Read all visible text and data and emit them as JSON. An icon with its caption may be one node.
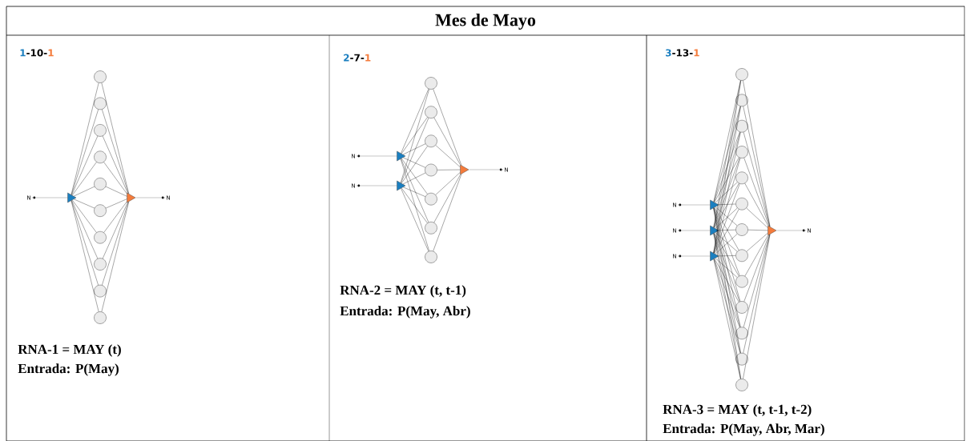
{
  "diagram": {
    "title": "Mes de Mayo",
    "nodes": [
      {
        "text": [
          "N"
        ]
      },
      {
        "text": [],
        "shape": "triangle"
      },
      {
        "text": [],
        "shape": "circle"
      },
      {
        "text": [],
        "shape": "circle"
      },
      {
        "text": [],
        "shape": "circle"
      },
      {
        "text": [],
        "shape": "circle"
      },
      {
        "text": [],
        "shape": "circle"
      },
      {
        "text": [],
        "shape": "circle"
      },
      {
        "text": [],
        "shape": "circle"
      },
      {
        "text": [],
        "shape": "circle"
      },
      {
        "text": [],
        "shape": "circle"
      },
      {
        "text": [],
        "shape": "circle"
      },
      {
        "text": [],
        "shape": "triangle"
      },
      {
        "text": [
          "N"
        ]
      },
      {
        "text": [
          "N"
        ]
      },
      {
        "text": [
          "N"
        ]
      },
      {
        "text": [],
        "shape": "triangle"
      },
      {
        "text": [],
        "shape": "triangle"
      },
      {
        "text": [],
        "shape": "circle"
      },
      {
        "text": [],
        "shape": "circle"
      },
      {
        "text": [],
        "shape": "circle"
      },
      {
        "text": [],
        "shape": "circle"
      },
      {
        "text": [],
        "shape": "circle"
      },
      {
        "text": [],
        "shape": "circle"
      },
      {
        "text": [],
        "shape": "circle"
      },
      {
        "text": [],
        "shape": "triangle"
      },
      {
        "text": [
          "N"
        ]
      },
      {
        "text": [
          "N"
        ]
      },
      {
        "text": [
          "N"
        ]
      },
      {
        "text": [
          "N"
        ]
      },
      {
        "text": [],
        "shape": "triangle"
      },
      {
        "text": [],
        "shape": "triangle"
      },
      {
        "text": [],
        "shape": "triangle"
      },
      {
        "text": [],
        "shape": "circle"
      },
      {
        "text": [],
        "shape": "circle"
      },
      {
        "text": [],
        "shape": "circle"
      },
      {
        "text": [],
        "shape": "circle"
      },
      {
        "text": [],
        "shape": "circle"
      },
      {
        "text": [],
        "shape": "circle"
      },
      {
        "text": [],
        "shape": "circle"
      },
      {
        "text": [],
        "shape": "circle"
      },
      {
        "text": [],
        "shape": "circle"
      },
      {
        "text": [],
        "shape": "circle"
      },
      {
        "text": [],
        "shape": "circle"
      },
      {
        "text": [],
        "shape": "circle"
      },
      {
        "text": [],
        "shape": "circle"
      },
      {
        "text": [],
        "shape": "triangle"
      },
      {
        "text": [
          "N"
        ]
      }
    ],
    "edges": [
      {
        "from": 0,
        "to": 1,
        "arrow": "none"
      },
      {
        "from": 1,
        "to": 2,
        "arrow": "none"
      },
      {
        "from": 1,
        "to": 3,
        "arrow": "none"
      },
      {
        "from": 1,
        "to": 4,
        "arrow": "none"
      },
      {
        "from": 1,
        "to": 5,
        "arrow": "none"
      },
      {
        "from": 1,
        "to": 6,
        "arrow": "none"
      },
      {
        "from": 1,
        "to": 7,
        "arrow": "none"
      },
      {
        "from": 1,
        "to": 8,
        "arrow": "none"
      },
      {
        "from": 1,
        "to": 9,
        "arrow": "none"
      },
      {
        "from": 1,
        "to": 10,
        "arrow": "none"
      },
      {
        "from": 1,
        "to": 11,
        "arrow": "none"
      },
      {
        "from": 2,
        "to": 12,
        "arrow": "none"
      },
      {
        "from": 3,
        "to": 12,
        "arrow": "none"
      },
      {
        "from": 4,
        "to": 12,
        "arrow": "none"
      },
      {
        "from": 5,
        "to": 12,
        "arrow": "none"
      },
      {
        "from": 6,
        "to": 12,
        "arrow": "none"
      },
      {
        "from": 7,
        "to": 12,
        "arrow": "none"
      },
      {
        "from": 8,
        "to": 12,
        "arrow": "none"
      },
      {
        "from": 9,
        "to": 12,
        "arrow": "none"
      },
      {
        "from": 10,
        "to": 12,
        "arrow": "none"
      },
      {
        "from": 11,
        "to": 12,
        "arrow": "none"
      },
      {
        "from": 12,
        "to": 13,
        "arrow": "none"
      },
      {
        "from": 14,
        "to": 16,
        "arrow": "none"
      },
      {
        "from": 15,
        "to": 17,
        "arrow": "none"
      },
      {
        "from": 16,
        "to": 18,
        "arrow": "none"
      },
      {
        "from": 16,
        "to": 19,
        "arrow": "none"
      },
      {
        "from": 16,
        "to": 20,
        "arrow": "none"
      },
      {
        "from": 16,
        "to": 21,
        "arrow": "none"
      },
      {
        "from": 16,
        "to": 22,
        "arrow": "none"
      },
      {
        "from": 16,
        "to": 23,
        "arrow": "none"
      },
      {
        "from": 16,
        "to": 24,
        "arrow": "none"
      },
      {
        "from": 17,
        "to": 18,
        "arrow": "none"
      },
      {
        "from": 17,
        "to": 19,
        "arrow": "none"
      },
      {
        "from": 17,
        "to": 20,
        "arrow": "none"
      },
      {
        "from": 17,
        "to": 21,
        "arrow": "none"
      },
      {
        "from": 17,
        "to": 22,
        "arrow": "none"
      },
      {
        "from": 17,
        "to": 23,
        "arrow": "none"
      },
      {
        "from": 17,
        "to": 24,
        "arrow": "none"
      },
      {
        "from": 18,
        "to": 25,
        "arrow": "none"
      },
      {
        "from": 19,
        "to": 25,
        "arrow": "none"
      },
      {
        "from": 20,
        "to": 25,
        "arrow": "none"
      },
      {
        "from": 21,
        "to": 25,
        "arrow": "none"
      },
      {
        "from": 22,
        "to": 25,
        "arrow": "none"
      },
      {
        "from": 23,
        "to": 25,
        "arrow": "none"
      },
      {
        "from": 24,
        "to": 25,
        "arrow": "none"
      },
      {
        "from": 25,
        "to": 26,
        "arrow": "none"
      },
      {
        "from": 27,
        "to": 30,
        "arrow": "none"
      },
      {
        "from": 28,
        "to": 31,
        "arrow": "none"
      },
      {
        "from": 29,
        "to": 32,
        "arrow": "none"
      },
      {
        "from": 30,
        "to": 33,
        "arrow": "none"
      },
      {
        "from": 30,
        "to": 34,
        "arrow": "none"
      },
      {
        "from": 30,
        "to": 35,
        "arrow": "none"
      },
      {
        "from": 30,
        "to": 36,
        "arrow": "none"
      },
      {
        "from": 30,
        "to": 37,
        "arrow": "none"
      },
      {
        "from": 30,
        "to": 38,
        "arrow": "none"
      },
      {
        "from": 30,
        "to": 39,
        "arrow": "none"
      },
      {
        "from": 30,
        "to": 40,
        "arrow": "none"
      },
      {
        "from": 30,
        "to": 41,
        "arrow": "none"
      },
      {
        "from": 30,
        "to": 42,
        "arrow": "none"
      },
      {
        "from": 30,
        "to": 43,
        "arrow": "none"
      },
      {
        "from": 30,
        "to": 44,
        "arrow": "none"
      },
      {
        "from": 30,
        "to": 45,
        "arrow": "none"
      },
      {
        "from": 31,
        "to": 33,
        "arrow": "none"
      },
      {
        "from": 31,
        "to": 34,
        "arrow": "none"
      },
      {
        "from": 31,
        "to": 35,
        "arrow": "none"
      },
      {
        "from": 31,
        "to": 36,
        "arrow": "none"
      },
      {
        "from": 31,
        "to": 37,
        "arrow": "none"
      },
      {
        "from": 31,
        "to": 38,
        "arrow": "none"
      },
      {
        "from": 31,
        "to": 39,
        "arrow": "none"
      },
      {
        "from": 31,
        "to": 40,
        "arrow": "none"
      },
      {
        "from": 31,
        "to": 41,
        "arrow": "none"
      },
      {
        "from": 31,
        "to": 42,
        "arrow": "none"
      },
      {
        "from": 31,
        "to": 43,
        "arrow": "none"
      },
      {
        "from": 31,
        "to": 44,
        "arrow": "none"
      },
      {
        "from": 31,
        "to": 45,
        "arrow": "none"
      },
      {
        "from": 32,
        "to": 33,
        "arrow": "none"
      },
      {
        "from": 32,
        "to": 34,
        "arrow": "none"
      },
      {
        "from": 32,
        "to": 35,
        "arrow": "none"
      },
      {
        "from": 32,
        "to": 36,
        "arrow": "none"
      },
      {
        "from": 32,
        "to": 37,
        "arrow": "none"
      },
      {
        "from": 32,
        "to": 38,
        "arrow": "none"
      },
      {
        "from": 32,
        "to": 39,
        "arrow": "none"
      },
      {
        "from": 32,
        "to": 40,
        "arrow": "none"
      },
      {
        "from": 32,
        "to": 41,
        "arrow": "none"
      },
      {
        "from": 32,
        "to": 42,
        "arrow": "none"
      },
      {
        "from": 32,
        "to": 43,
        "arrow": "none"
      },
      {
        "from": 32,
        "to": 44,
        "arrow": "none"
      },
      {
        "from": 32,
        "to": 45,
        "arrow": "none"
      },
      {
        "from": 33,
        "to": 46,
        "arrow": "none"
      },
      {
        "from": 34,
        "to": 46,
        "arrow": "none"
      },
      {
        "from": 35,
        "to": 46,
        "arrow": "none"
      },
      {
        "from": 36,
        "to": 46,
        "arrow": "none"
      },
      {
        "from": 37,
        "to": 46,
        "arrow": "none"
      },
      {
        "from": 38,
        "to": 46,
        "arrow": "none"
      },
      {
        "from": 39,
        "to": 46,
        "arrow": "none"
      },
      {
        "from": 40,
        "to": 46,
        "arrow": "none"
      },
      {
        "from": 41,
        "to": 46,
        "arrow": "none"
      },
      {
        "from": 42,
        "to": 46,
        "arrow": "none"
      },
      {
        "from": 43,
        "to": 46,
        "arrow": "none"
      },
      {
        "from": 44,
        "to": 46,
        "arrow": "none"
      },
      {
        "from": 45,
        "to": 46,
        "arrow": "none"
      },
      {
        "from": 46,
        "to": 47,
        "arrow": "none"
      }
    ],
    "labels": [
      "1",
      "-10-",
      "1",
      "RNA-1 = MAY (t)",
      "Entrada: P(May)",
      "2",
      "-7-",
      "1",
      "RNA-2 = MAY (t, t-1)",
      "Entrada: P(May, Abr)",
      "3",
      "-13-",
      "1",
      "RNA-3 = MAY (t, t-1, t-2)",
      "Entrada: P(May, Abr, Mar)"
    ]
  }
}
